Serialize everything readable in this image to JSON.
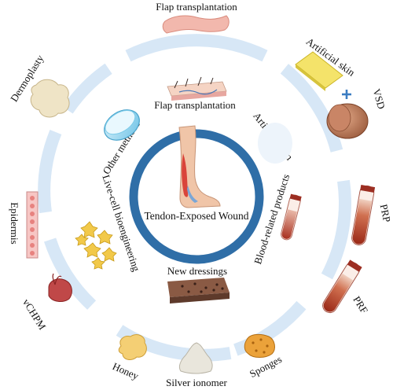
{
  "center": {
    "title": "Tendon-Exposed Wound"
  },
  "inner_labels": {
    "flap": "Flap transplantation",
    "artificial_skin": "Artificial skin",
    "blood_products": "Blood-related products",
    "new_dressings": "New dressings",
    "live_cell": "Live-cell bioengineering",
    "other_methods": "Other methods"
  },
  "outer_labels": {
    "flap_top": "Flap transplantation",
    "artificial_skin": "Artificial skin",
    "vsd": "VSD",
    "prp": "PRP",
    "prf": "PRF",
    "sponges": "Sponges",
    "silver_ionomer": "Silver ionomer",
    "honey": "Honey",
    "vchpm": "vCHPM",
    "epidermis": "Epidermis",
    "dermoplasty": "Dermoplasty"
  },
  "colors": {
    "ring_outer": "#cfe1f3",
    "ring_inner": "#2e6ea6",
    "accent_cross": "#3a7cc2"
  }
}
